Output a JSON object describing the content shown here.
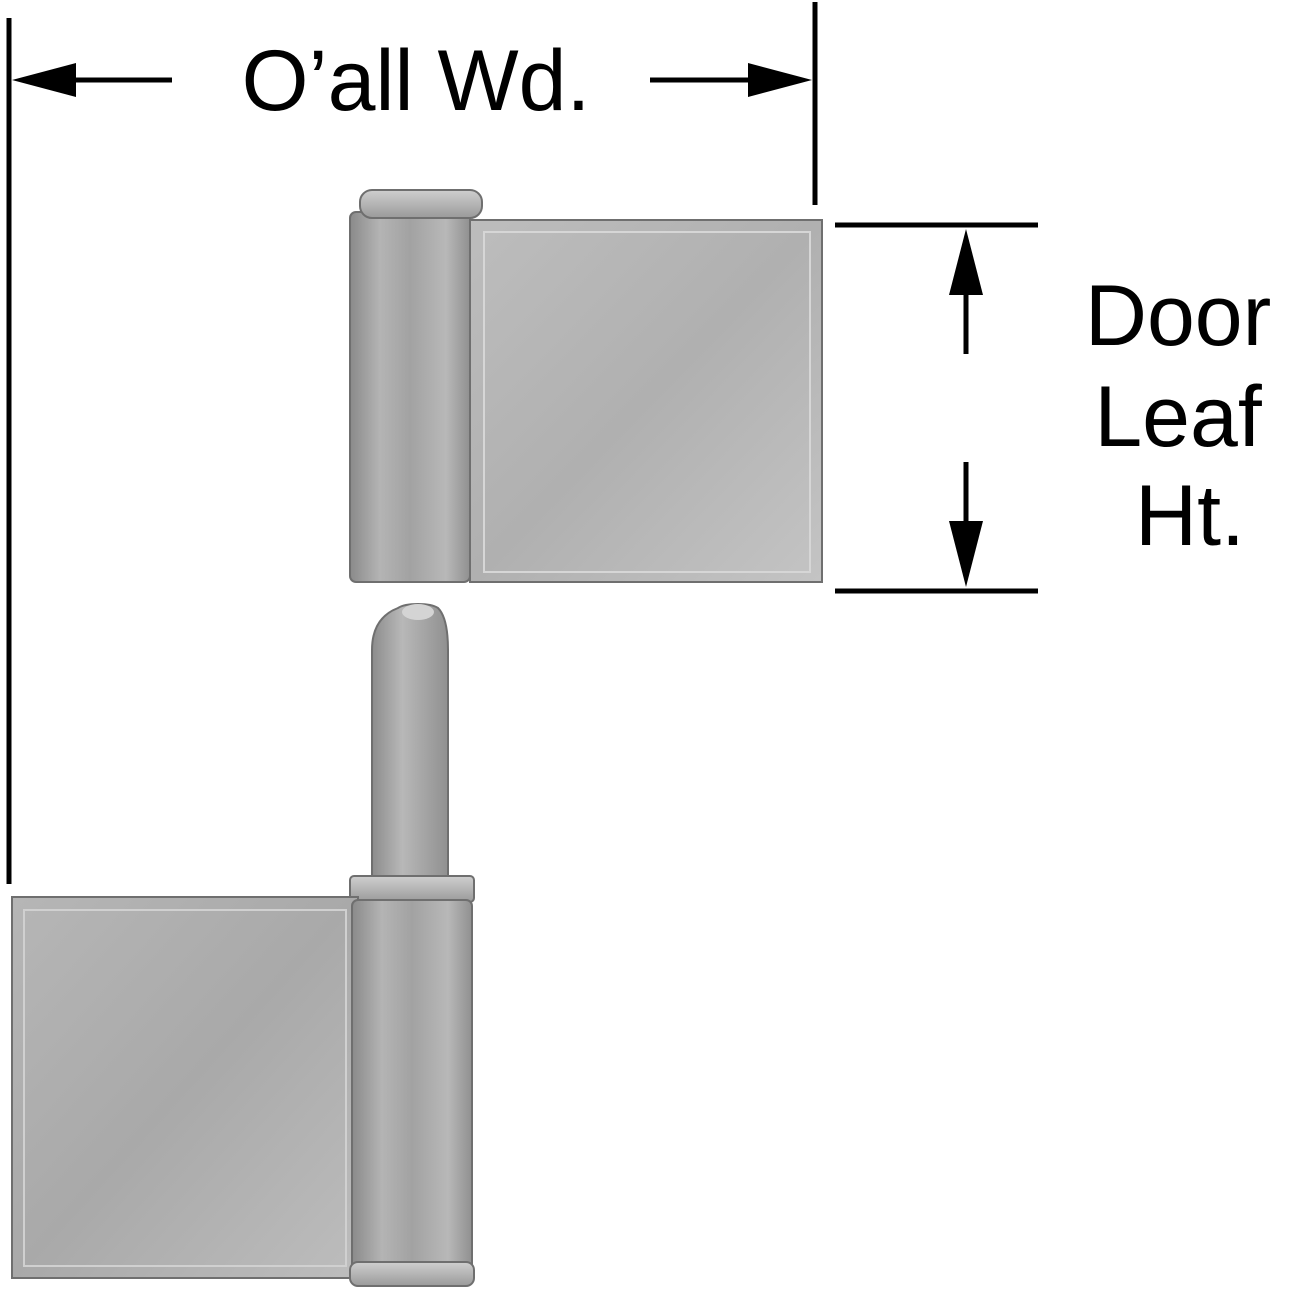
{
  "labels": {
    "overall_width": "O’all Wd.",
    "door_leaf_height": [
      "Door",
      "Leaf",
      "Ht."
    ]
  },
  "colors": {
    "ink": "#000000",
    "metal_light": "#c9c9c9",
    "metal_mid": "#a8a8a8",
    "metal_dark": "#7a7a7a",
    "background": "#ffffff"
  }
}
